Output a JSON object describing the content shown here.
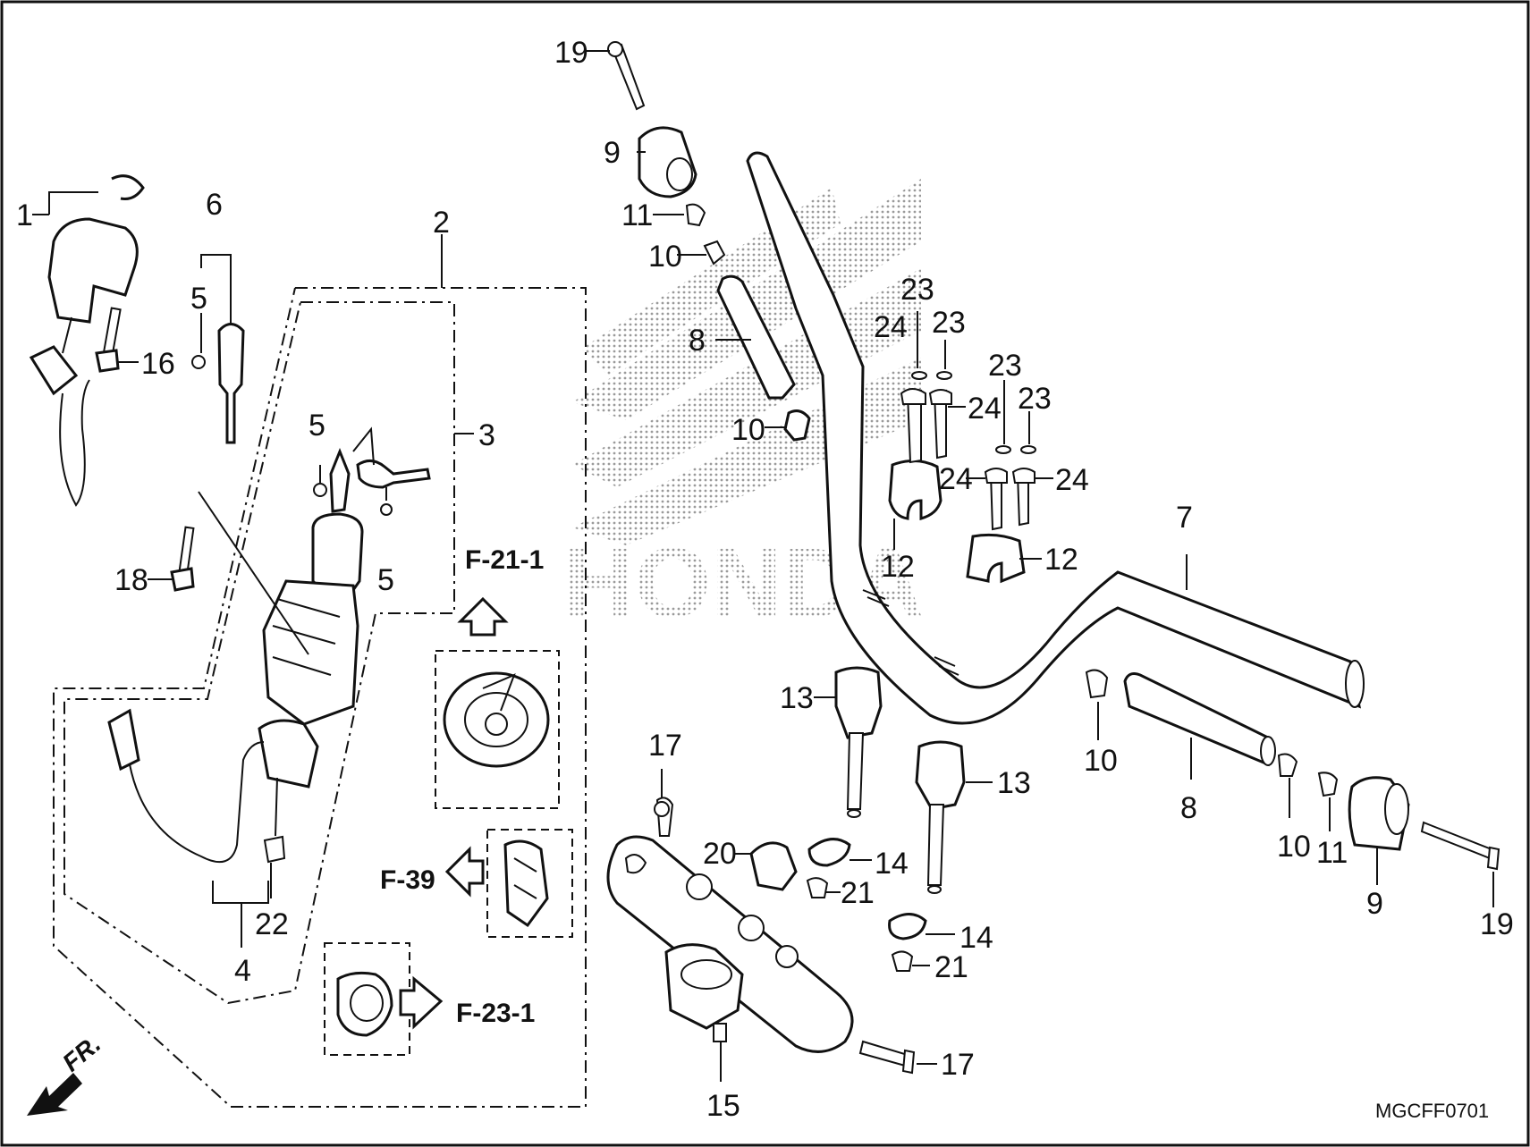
{
  "labels": {
    "p1": "1",
    "p2": "2",
    "p3": "3",
    "p4": "4",
    "p5a": "5",
    "p5b": "5",
    "p5c": "5",
    "p6": "6",
    "p7": "7",
    "p8a": "8",
    "p8b": "8",
    "p9a": "9",
    "p9b": "9",
    "p10a": "10",
    "p10b": "10",
    "p10c": "10",
    "p10d": "10",
    "p11a": "11",
    "p11b": "11",
    "p12a": "12",
    "p12b": "12",
    "p13a": "13",
    "p13b": "13",
    "p14a": "14",
    "p14b": "14",
    "p15": "15",
    "p16": "16",
    "p17a": "17",
    "p17b": "17",
    "p18": "18",
    "p19a": "19",
    "p19b": "19",
    "p20": "20",
    "p21a": "21",
    "p21b": "21",
    "p22": "22",
    "p23a": "23",
    "p23b": "23",
    "p23c": "23",
    "p23d": "23",
    "p24a": "24",
    "p24b": "24",
    "p24c": "24",
    "p24d": "24"
  },
  "refs": {
    "f21": "F-21-1",
    "f39": "F-39",
    "f23": "F-23-1"
  },
  "front_marker": "FR.",
  "watermark": "HONDA",
  "diagram_code": "MGCFF0701"
}
